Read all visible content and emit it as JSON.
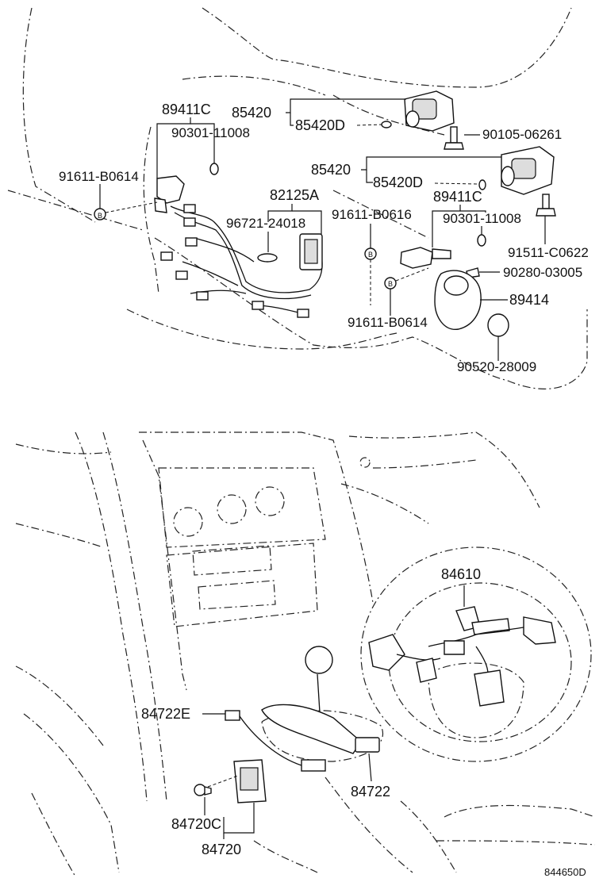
{
  "labels": {
    "p89411c_a": "89411C",
    "p85420_a": "85420",
    "p85420d_a": "85420D",
    "p90301_a": "90301-11008",
    "p90105": "90105-06261",
    "p91611_a": "91611-B0614",
    "p85420_b": "85420",
    "p85420d_b": "85420D",
    "p82125a": "82125A",
    "p89411c_b": "89411C",
    "p96721": "96721-24018",
    "p91611_b": "91611-B0616",
    "p90301_b": "90301-11008",
    "p91511": "91511-C0622",
    "p90280": "90280-03005",
    "p89414": "89414",
    "p91611_c": "91611-B0614",
    "p90520": "90520-28009",
    "p84610": "84610",
    "p84722e": "84722E",
    "p84722": "84722",
    "p84720c": "84720C",
    "p84720": "84720",
    "diagram_id": "844650D"
  },
  "icons": {
    "bolt_marker": "B"
  }
}
